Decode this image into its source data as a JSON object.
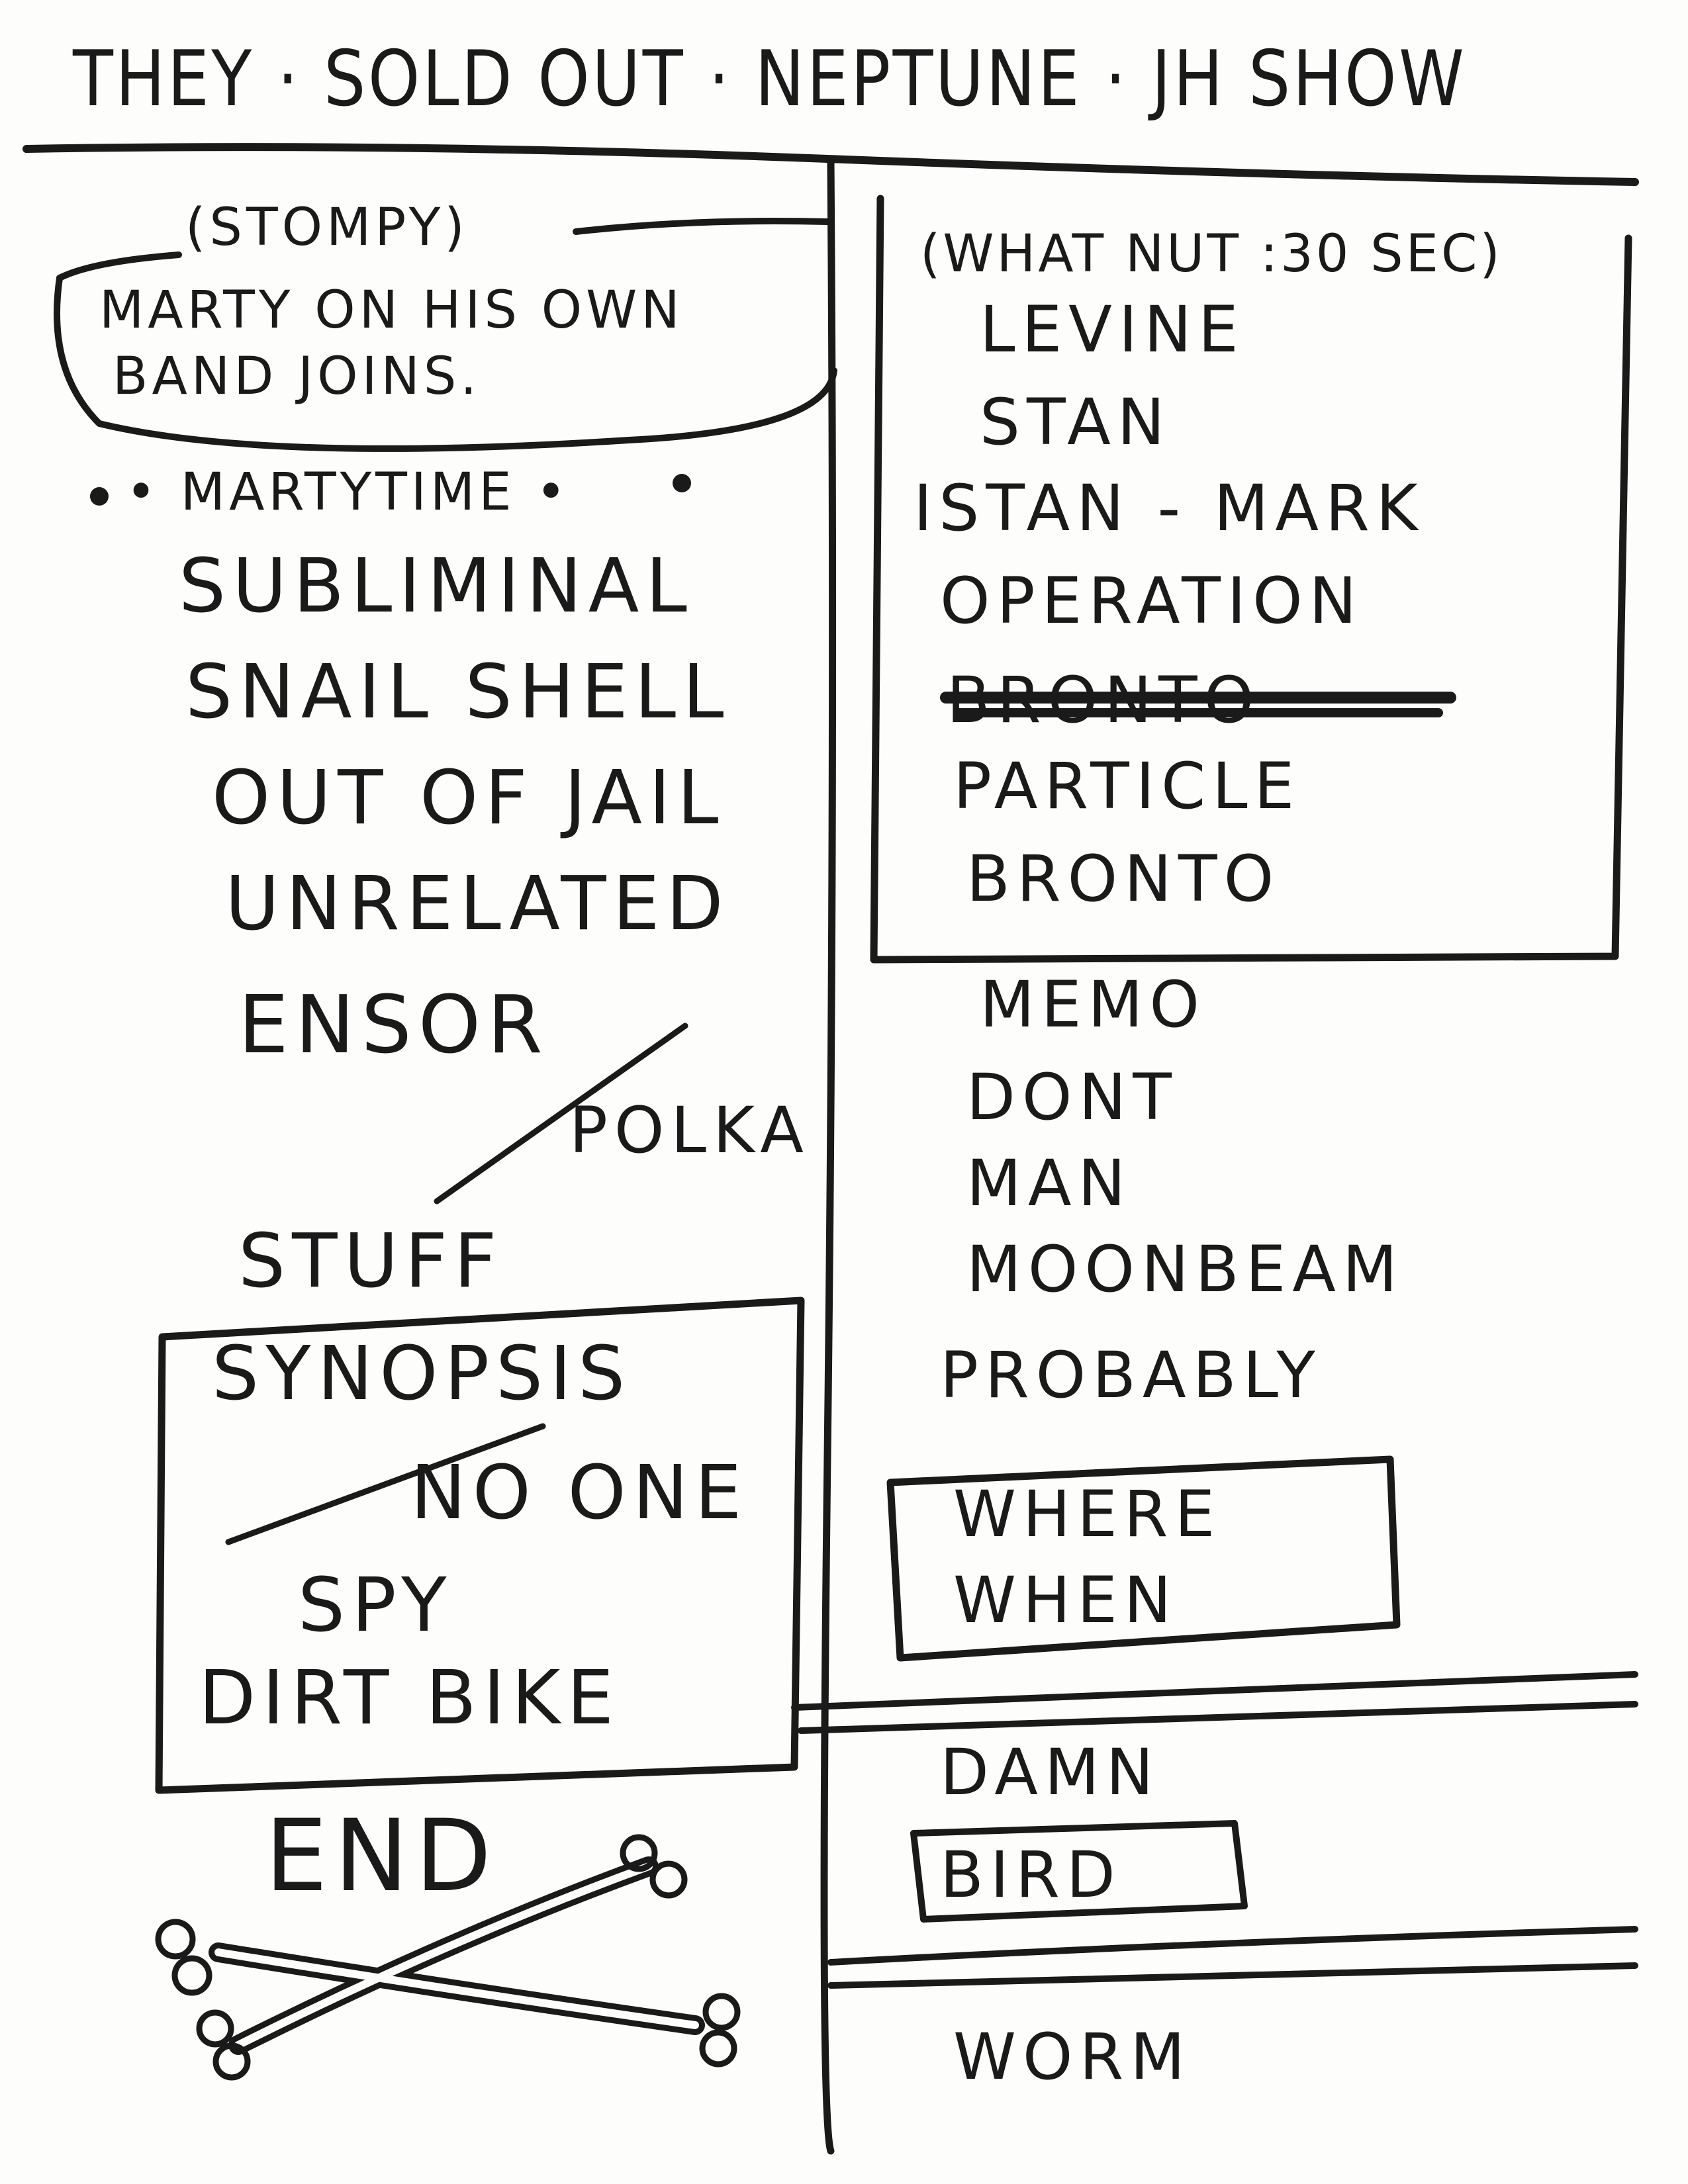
{
  "title": "THEY · SOLD OUT · NEPTUNE · JH SHOW",
  "left": {
    "intro": {
      "line1": "(STOMPY)",
      "line2": "MARTY ON HIS OWN",
      "line3": "BAND JOINS."
    },
    "martytime": "• MARTYTIME •",
    "songs": [
      "SUBLIMINAL",
      "SNAIL SHELL",
      "OUT OF JAIL",
      "UNRELATED",
      "ENSOR",
      "POLKA",
      "STUFF"
    ],
    "box_songs": [
      "SYNOPSIS",
      "NO ONE",
      "SPY",
      "DIRT BIKE"
    ],
    "end": "END"
  },
  "right": {
    "box_note": "(WHAT NUT :30 SEC)",
    "box_songs": [
      "LEVINE",
      "STAN",
      "ISTAN - MARK",
      "OPERATION",
      "BRONTO",
      "PARTICLE",
      "BRONTO"
    ],
    "songs": [
      "MEMO",
      "DONT",
      "MAN",
      "MOONBEAM",
      "PROBABLY"
    ],
    "where_box": [
      "WHERE",
      "WHEN"
    ],
    "encore1": [
      "DAMN",
      "BIRD"
    ],
    "encore2": [
      "WORM"
    ]
  }
}
